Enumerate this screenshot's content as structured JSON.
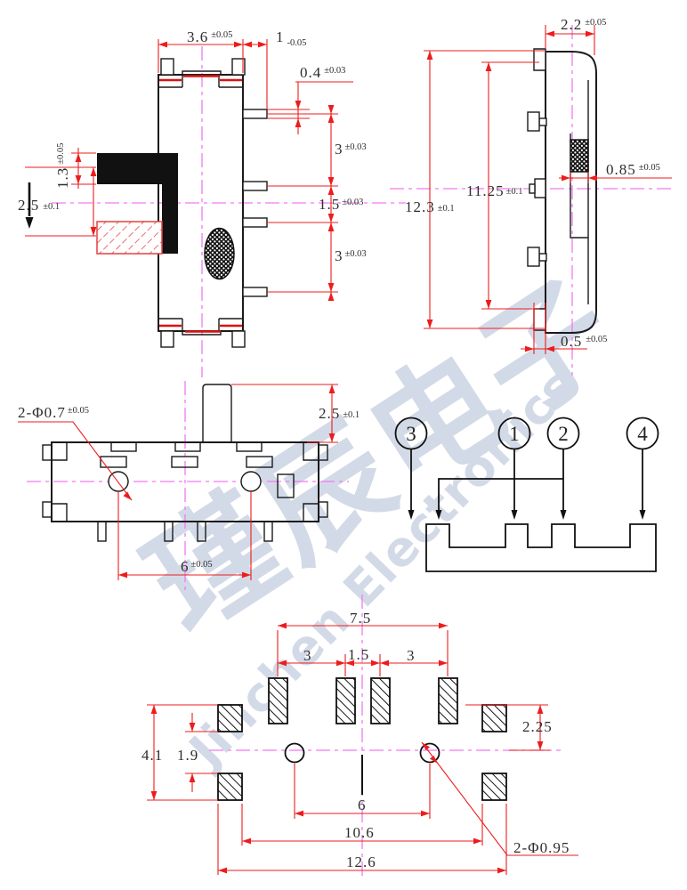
{
  "watermark": {
    "cn": "瑾辰电子",
    "en": "Jinchen Electronics"
  },
  "colors": {
    "outline": "#1a1a1a",
    "dimension_red": "#ed1c1c",
    "centerline_magenta": "#f279f2",
    "accent_red": "#dd1111",
    "watermark_blue": "#d3dae7"
  },
  "front": {
    "body_width": {
      "v": "3.6",
      "t": "±0.05"
    },
    "pin_length": {
      "v": "1",
      "t": "-0.05"
    },
    "pin_thickness": {
      "v": "0.4",
      "t": "±0.03"
    },
    "pitch_top": {
      "v": "3",
      "t": "±0.03"
    },
    "pitch_mid": {
      "v": "1.5",
      "t": "±0.03"
    },
    "pitch_bottom": {
      "v": "3",
      "t": "±0.03"
    },
    "knob_width": {
      "v": "1.3",
      "t": "±0.05"
    },
    "travel": {
      "v": "2.5",
      "t": "±0.1"
    }
  },
  "side": {
    "body_depth": {
      "v": "2.2",
      "t": "±0.05"
    },
    "overall_height": {
      "v": "12.3",
      "t": "±0.1"
    },
    "inner_height": {
      "v": "11.25",
      "t": "±0.1"
    },
    "knob_depth": {
      "v": "0.85",
      "t": "±0.05"
    },
    "flange_offset": {
      "v": "0.5",
      "t": "±0.05"
    }
  },
  "bottom": {
    "hole_note": {
      "v": "2-Φ0.7",
      "t": "±0.05"
    },
    "knob_height": {
      "v": "2.5",
      "t": "±0.1"
    },
    "hole_pitch": {
      "v": "6",
      "t": "±0.05"
    }
  },
  "schematic": {
    "terminals": [
      "3",
      "1",
      "2",
      "4"
    ]
  },
  "pcb": {
    "pad_span": "7.5",
    "pitch_left": "3",
    "pitch_center": "1.5",
    "pitch_right": "3",
    "pad_height_offset": "2.25",
    "side_pad_span": "4.1",
    "side_pad_gap": "1.9",
    "hole_pitch": "6",
    "inner_span": "10.6",
    "outer_span": "12.6",
    "hole_note": "2-Φ0.95"
  }
}
